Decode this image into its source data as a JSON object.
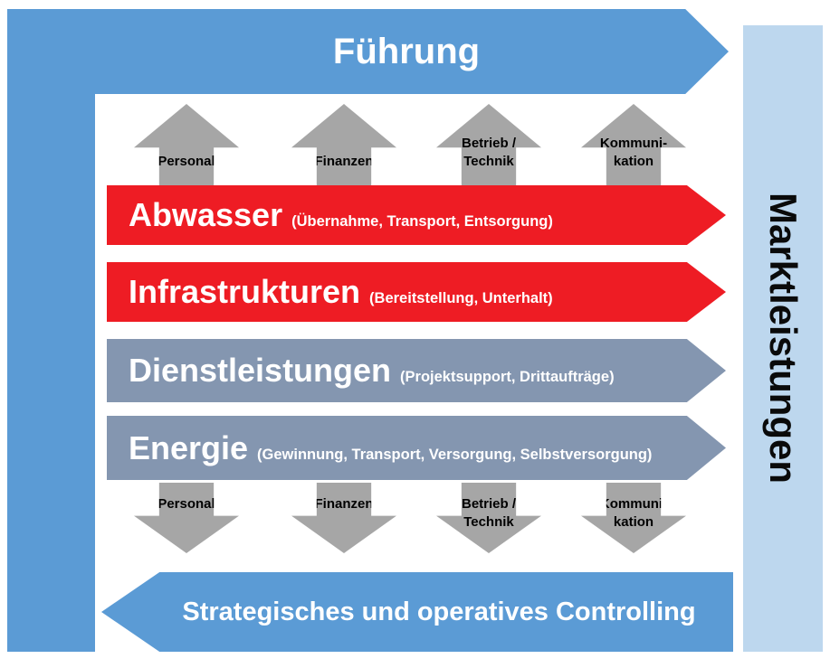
{
  "colors": {
    "frame_blue": "#5b9bd5",
    "light_blue": "#bdd7ee",
    "support_gray": "#a6a6a6",
    "process_blue_gray": "#8496b0",
    "process_red": "#ee1c24"
  },
  "fuehrung": {
    "label": "Führung"
  },
  "marktleistungen": {
    "label": "Marktleistungen"
  },
  "controlling": {
    "label": "Strategisches und operatives Controlling"
  },
  "support_labels": [
    "Personal",
    "Finanzen",
    "Betrieb /\nTechnik",
    "Kommuni-\nkation"
  ],
  "processes": [
    {
      "name": "Abwasser",
      "detail": "(Übernahme, Transport, Entsorgung)"
    },
    {
      "name": "Infrastrukturen",
      "detail": "(Bereitstellung, Unterhalt)"
    },
    {
      "name": "Dienstleistungen",
      "detail": "(Projektsupport, Drittaufträge)"
    },
    {
      "name": "Energie",
      "detail": "(Gewinnung, Transport, Versorgung, Selbstversorgung)"
    }
  ]
}
